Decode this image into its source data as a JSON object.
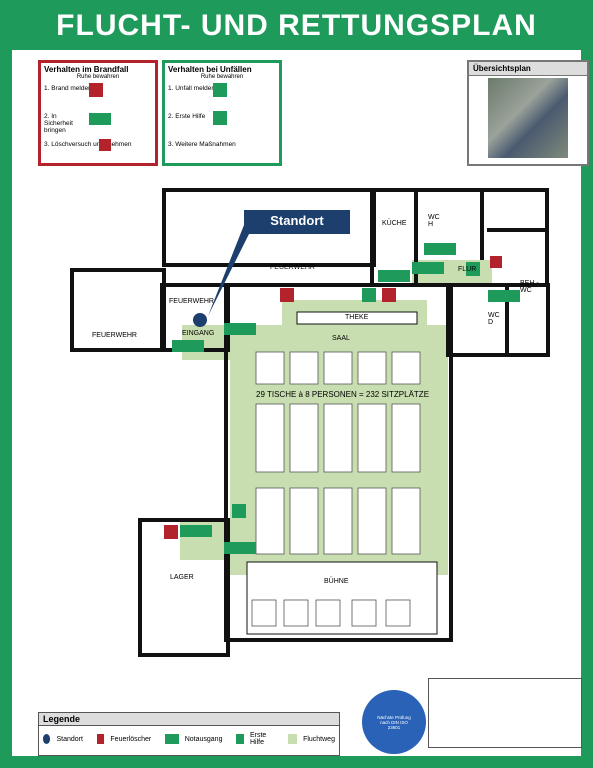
{
  "header": {
    "title": "FLUCHT- UND RETTUNGSPLAN"
  },
  "colors": {
    "green": "#1e9b5a",
    "fire_red": "#b3232c",
    "route": "#c9deb0",
    "standort": "#1c3f6e"
  },
  "fire_box": {
    "title": "Verhalten im Brandfall",
    "subtitle": "Ruhe bewahren",
    "steps": [
      "1. Brand melden",
      "2. In Sicherheit bringen",
      "3. Löschversuch unternehmen"
    ]
  },
  "accident_box": {
    "title": "Verhalten bei Unfällen",
    "subtitle": "Ruhe bewahren",
    "steps": [
      "1. Unfall melden",
      "2. Erste Hilfe",
      "3. Weitere Maßnahmen"
    ]
  },
  "overview": {
    "title": "Übersichtsplan"
  },
  "plan": {
    "standort_label": "Standort",
    "rooms": {
      "kueche": "KÜCHE",
      "feuerwehr_top": "FEUERWEHR",
      "feuerwehr_mid": "FEUERWEHR",
      "feuerwehr_left": "FEUERWEHR",
      "eingang": "EINGANG",
      "saal": "SAAL",
      "theke": "THEKE",
      "flur": "FLUR",
      "wc_h": "WC H",
      "wc_d": "WC D",
      "beh_wc": "BEH.- WC",
      "lager": "LAGER",
      "buehne": "BÜHNE"
    },
    "capacity_note": "29 TISCHE à 8 PERSONEN = 232 SITZPLÄTZE"
  },
  "legend": {
    "title": "Legende",
    "items": [
      "Standort",
      "Feuerlöscher",
      "Notausgang",
      "Erste Hilfe",
      "Fluchtweg"
    ]
  },
  "stamp": {
    "text": "Nächste Prüfung nach DIN ISO 23601"
  }
}
